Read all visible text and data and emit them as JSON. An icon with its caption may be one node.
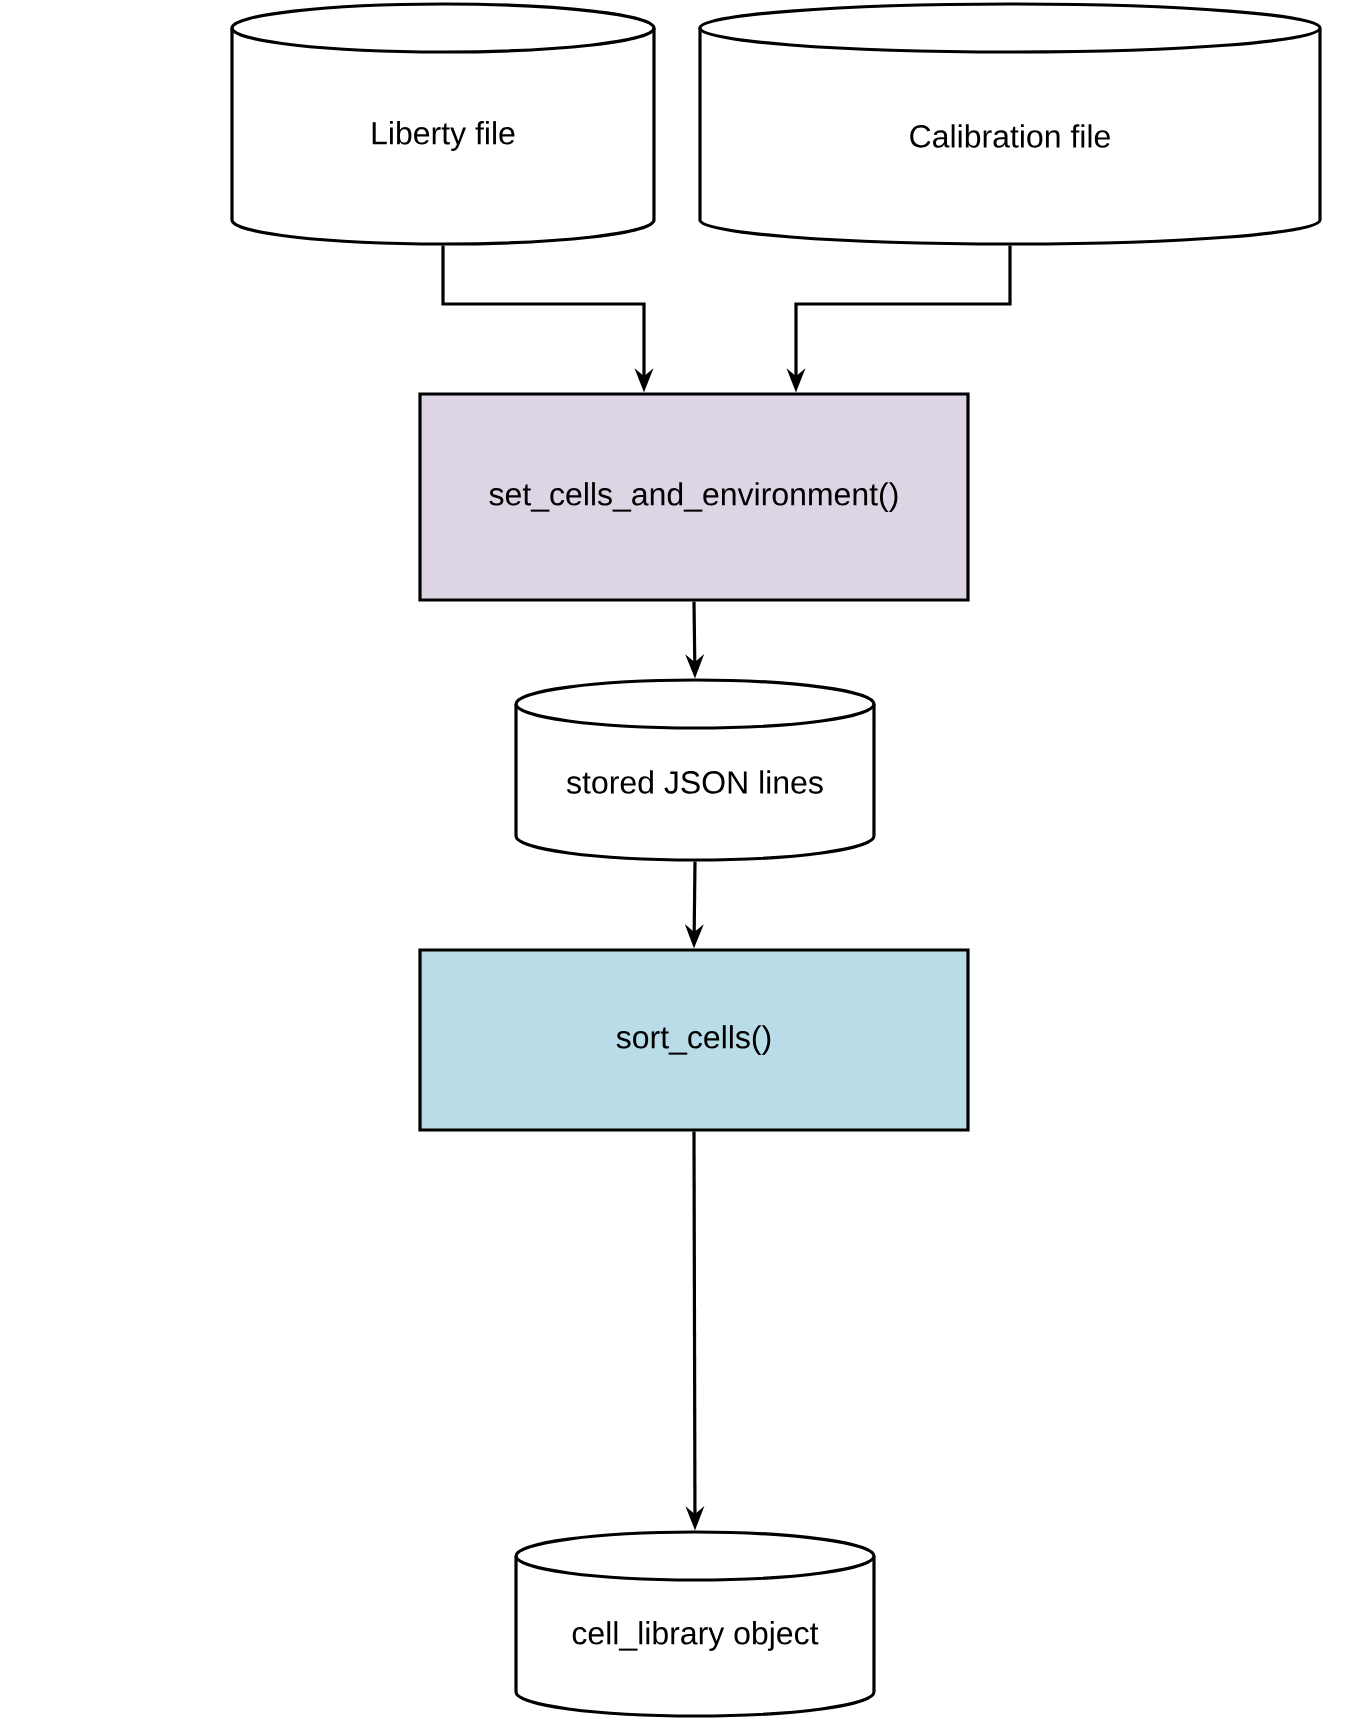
{
  "diagram": {
    "nodes": [
      {
        "text": [
          "Liberty file"
        ]
      },
      {
        "text": [
          "Calibration file"
        ]
      },
      {
        "text": [
          "set_cells_and_environment()"
        ]
      },
      {
        "text": [
          "stored JSON lines"
        ]
      },
      {
        "text": [
          "sort_cells()"
        ]
      },
      {
        "text": [
          "cell_library object"
        ]
      }
    ],
    "edges": [
      {
        "from": 0,
        "to": 2,
        "arrow": "to"
      },
      {
        "from": 1,
        "to": 2,
        "arrow": "to"
      },
      {
        "from": 2,
        "to": 3,
        "arrow": "to"
      },
      {
        "from": 3,
        "to": 4,
        "arrow": "to"
      },
      {
        "from": 4,
        "to": 5,
        "arrow": "to"
      }
    ]
  }
}
